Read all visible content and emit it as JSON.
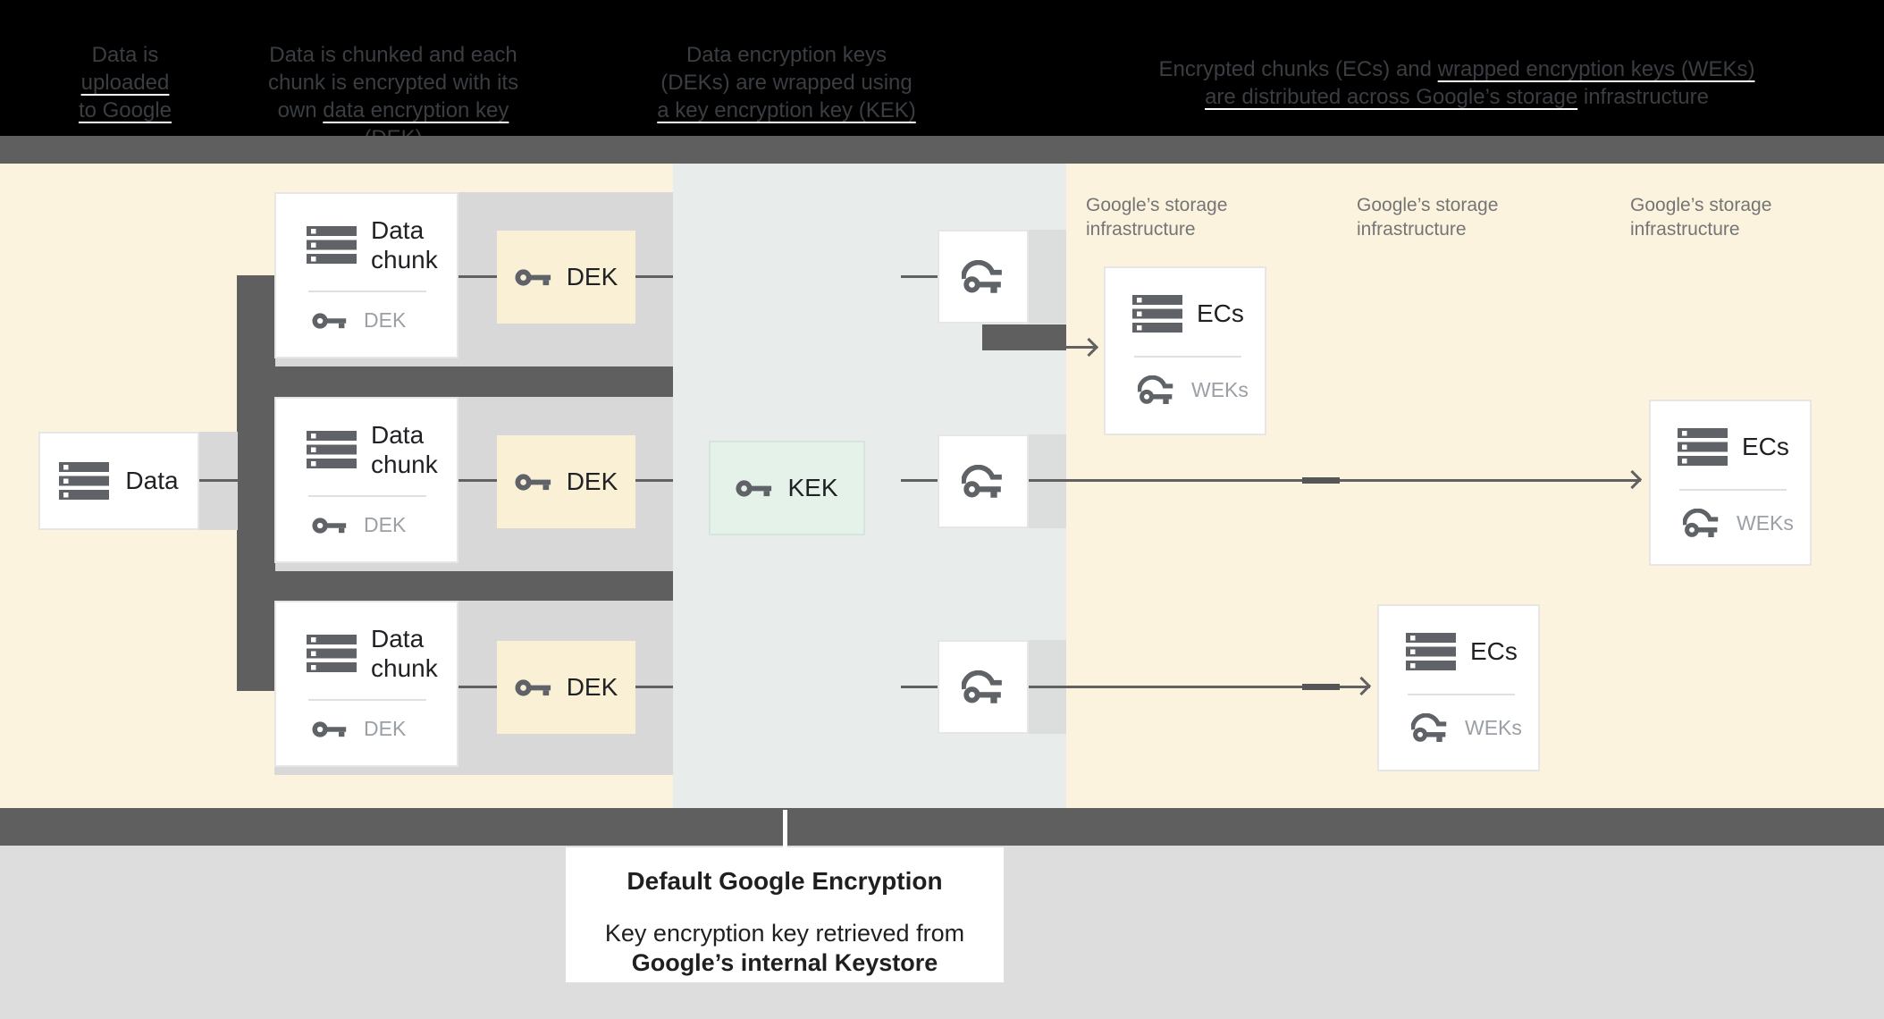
{
  "header": {
    "columns": [
      {
        "lines": [
          {
            "pre": "Data is",
            "link": "",
            "post": ""
          },
          {
            "pre": "",
            "link": "uploaded",
            "post": ""
          },
          {
            "pre": "",
            "link": "to Google",
            "post": ""
          }
        ]
      },
      {
        "lines": [
          {
            "pre": "Data is chunked and each",
            "link": "",
            "post": ""
          },
          {
            "pre": "chunk is encrypted with its",
            "link": "",
            "post": ""
          },
          {
            "pre": "own ",
            "link": "data encryption key",
            "post": " (DEK)"
          }
        ]
      },
      {
        "lines": [
          {
            "pre": "Data encryption keys",
            "link": "",
            "post": ""
          },
          {
            "pre": "(DEKs) are wrapped using",
            "link": "",
            "post": ""
          },
          {
            "pre": "",
            "link": "a key encryption key (KEK)",
            "post": ""
          }
        ]
      },
      {
        "lines": [
          {
            "pre": "Encrypted chunks (ECs) and ",
            "link": "wrapped encryption keys (WEKs)",
            "post": ""
          },
          {
            "pre": "",
            "link": "are distributed across Google’s storage",
            "post": " infrastructure"
          }
        ]
      }
    ]
  },
  "diagram": {
    "data_box": {
      "label": "Data"
    },
    "chunk_card": {
      "label": "Data chunk",
      "key_label": "DEK"
    },
    "dek_box": {
      "label": "DEK"
    },
    "kek_box": {
      "label": "KEK"
    },
    "storage_label": {
      "line1": "Google’s storage",
      "line2": "infrastructure"
    },
    "ec_card": {
      "label": "ECs",
      "key_label": "WEKs"
    }
  },
  "caption": {
    "title": "Default Google Encryption",
    "line1": "Key encryption key retrieved from",
    "line2": "Google’s internal Keystore"
  },
  "icons": {
    "server": "server-icon",
    "key": "key-icon",
    "wrapped_key": "wrapped-key-icon",
    "arrow": "arrow-right-chevron"
  },
  "colors": {
    "cream": "#FBF3DE",
    "dek_cream": "#FAF0D6",
    "row_gray": "#D8D8D8",
    "dark_gray": "#5F5F5F",
    "section_gray": "#E8ECEB",
    "patch_gray": "#DCDEDD",
    "mint": "#E5F2E9",
    "mint_border": "#D6E5DB",
    "icon_gray": "#5F6368",
    "text_dark": "#202124",
    "text_gray": "#757575",
    "muted_key": "#9AA0A6",
    "line": "#616161",
    "bottom_bg": "#DDDDDD",
    "header_text": "#3A3E42",
    "link_underline": "#FFFFFF"
  }
}
